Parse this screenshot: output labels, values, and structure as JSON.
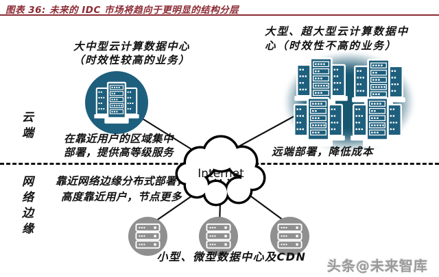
{
  "title": "图表 36:  未来的 IDC 市场将趋向于更明显的结构分层",
  "side_labels": {
    "cloud": "云端",
    "edge": "网络边缘"
  },
  "nodes": {
    "regional": {
      "line1": "大中型云计算数据中心",
      "line2": "（时效性较高的业务）"
    },
    "hyperscale": {
      "line1": "大型、超大型云计算数据中",
      "line2": "心（时效性不高的业务）"
    },
    "internet": "Internet",
    "edge_caption": "小型、微型数据中心及CDN"
  },
  "annotations": {
    "regional_deploy": {
      "line1": "在靠近用户的区域集中",
      "line2": "部署，提供高等级服务"
    },
    "remote_deploy": "远端部署，降低成本",
    "edge_deploy": {
      "line1": "靠近网络边缘分布式部署，",
      "line2": "高度靠近用户，节点更多"
    }
  },
  "watermark": "头条@未来智库",
  "colors": {
    "accent_maroon": "#8b2a33",
    "node_teal": "#1e5f7d",
    "cluster_glow": "#16566f",
    "node_gray": "#8f8f8f",
    "line_black": "#111111"
  }
}
